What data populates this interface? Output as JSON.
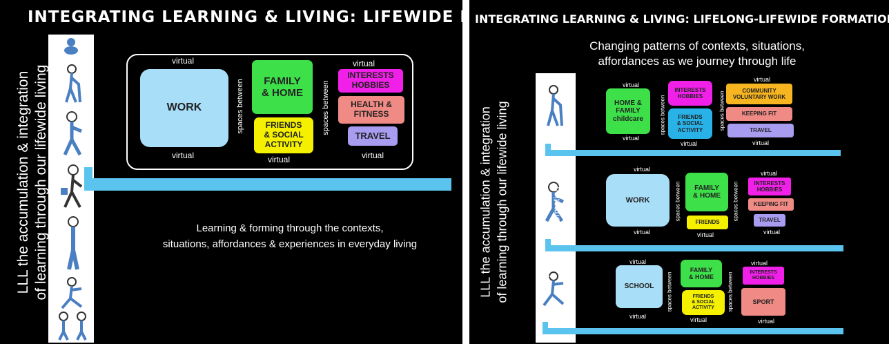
{
  "left": {
    "title": "INTEGRATING LEARNING & LIVING: LIFEWIDE FORMATION",
    "side_text_1": "LLL the accumulation & integration",
    "side_text_2": "of learning through our lifewide living",
    "virtual": "virtual",
    "spaces_between": "spaces between",
    "work": "WORK",
    "family_home": "FAMILY\n& HOME",
    "friends_social": "FRIENDS\n& SOCIAL\nACTIVITY",
    "interests_hobbies": "INTERESTS\nHOBBIES",
    "health_fitness": "HEALTH &\nFITNESS",
    "travel": "TRAVEL",
    "caption": "Learning & forming through the contexts,\nsituations, affordances & experiences in everyday living"
  },
  "right": {
    "title": "INTEGRATING LEARNING & LIVING: LIFELONG-LIFEWIDE FORMATION",
    "subtitle": "Changing patterns of contexts, situations,\naffordances as we journey through life",
    "side_text_1": "LLL the accumulation & integration",
    "side_text_2": "of learning through our lifewide living",
    "formation": "formation",
    "virtual": "virtual",
    "spaces_between": "spaces between",
    "home_family_childcare": "HOME &\nFAMILY\nchildcare",
    "interests_hobbies": "INTERESTS\nHOBBIES",
    "friends_social": "FRIENDS\n& SOCIAL\nACTIVITY",
    "community_voluntary": "COMMUNITY\nVOLUNTARY WORK",
    "keeping_fit": "KEEPING FIT",
    "travel": "TRAVEL",
    "work": "WORK",
    "family_home": "FAMILY\n& HOME",
    "friends": "FRIENDS",
    "school": "SCHOOL",
    "friends_social_2": "FRIENDS\n& SOCIAL\nACTIVITY",
    "sport": "SPORT"
  },
  "colors": {
    "light_blue": "#a8def7",
    "green": "#3ee04a",
    "yellow": "#f4f000",
    "magenta": "#f020e8",
    "salmon": "#f08a84",
    "purple": "#a79cf0",
    "orange": "#f7b520",
    "cyan": "#29b2e8",
    "bar": "#5bc4ee"
  }
}
